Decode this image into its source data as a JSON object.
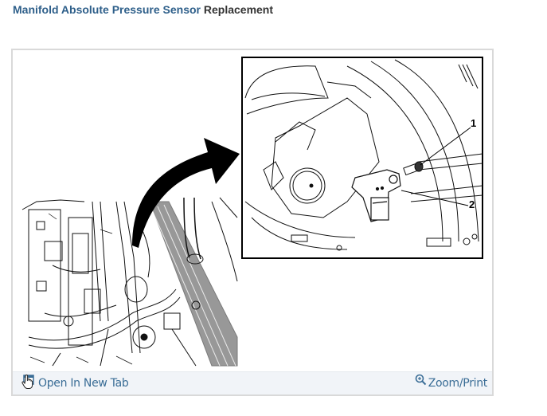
{
  "header": {
    "title_link": "Manifold Absolute Pressure Sensor",
    "title_rest": " Replacement"
  },
  "figure": {
    "description": "Line illustration of engine compartment with arrow pointing to detail inset of MAP sensor",
    "callouts": [
      {
        "number": "1",
        "label_target": "bolt"
      },
      {
        "number": "2",
        "label_target": "manifold-absolute-pressure-sensor"
      }
    ],
    "callout_1": "1",
    "callout_2": "2"
  },
  "footer": {
    "open_new_tab_label": "Open In New Tab",
    "open_new_tab_icon": "new-tab-icon",
    "zoom_print_label": "Zoom/Print",
    "zoom_print_icon": "magnifier-plus-icon"
  },
  "colors": {
    "title_link": "#2e5f8a",
    "title_text": "#333333",
    "footer_link": "#3a6d96",
    "footer_bg": "#f1f4f8",
    "frame_border": "#d9d9d9"
  }
}
